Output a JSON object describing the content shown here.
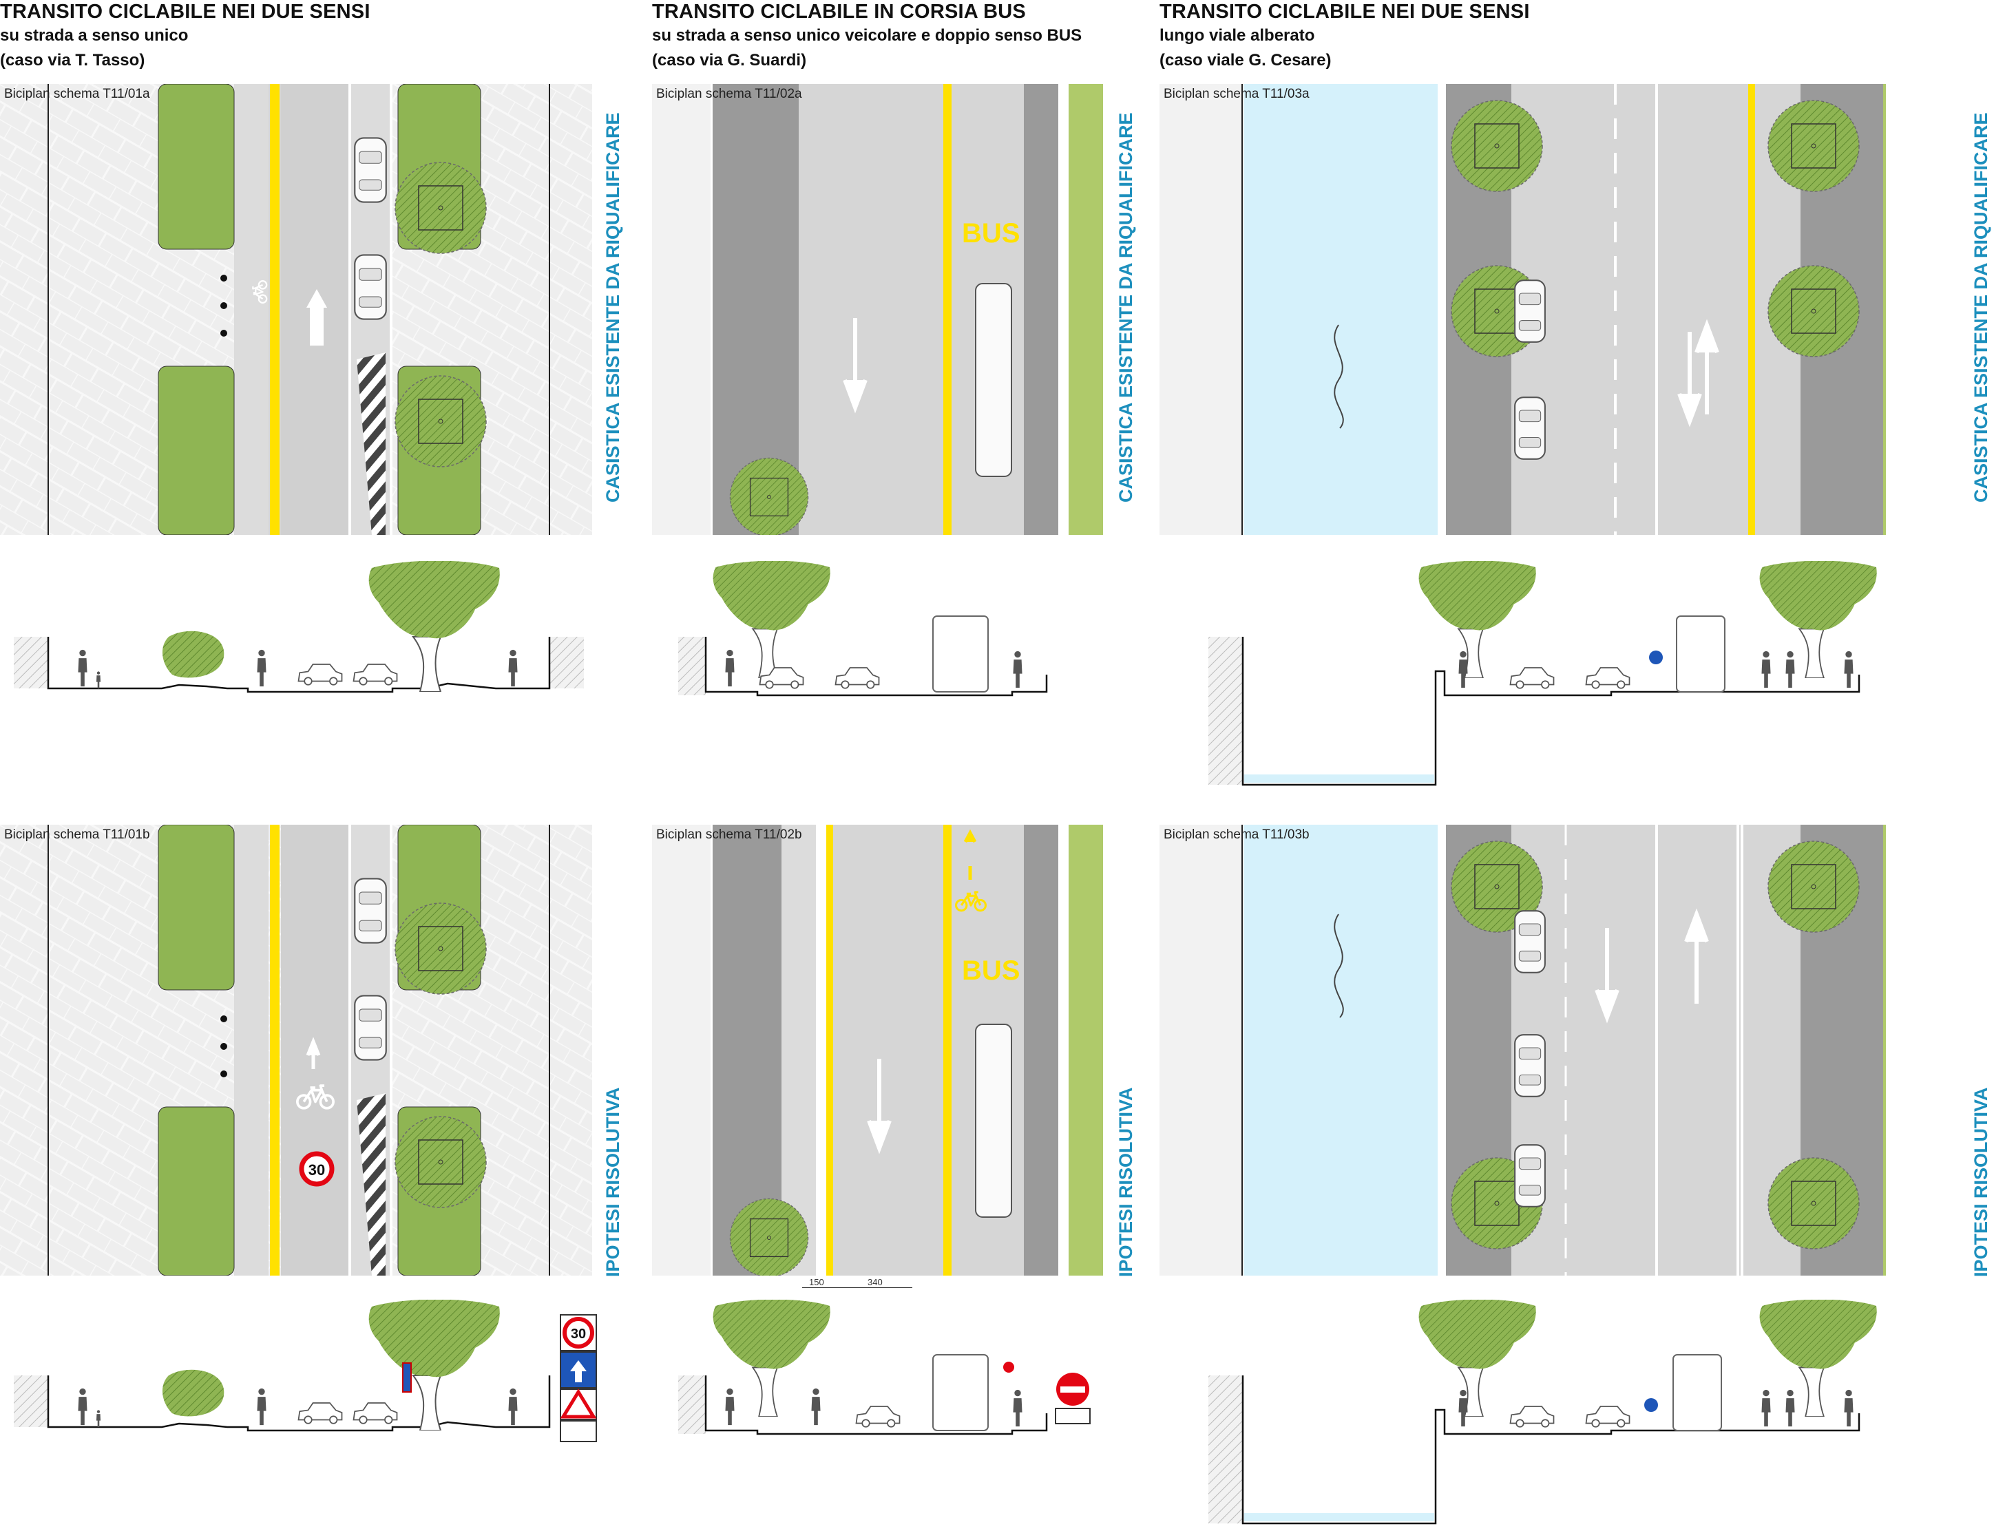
{
  "columns": [
    {
      "title": "TRANSITO CICLABILE NEI DUE SENSI",
      "subtitle1": "su strada a senso unico",
      "subtitle2": "(caso via T. Tasso)"
    },
    {
      "title": "TRANSITO CICLABILE IN CORSIA BUS",
      "subtitle1": "su strada a senso unico veicolare e doppio senso BUS",
      "subtitle2": "(caso via G. Suardi)"
    },
    {
      "title": "TRANSITO CICLABILE NEI DUE SENSI",
      "subtitle1": "lungo viale alberato",
      "subtitle2": "(caso viale G. Cesare)"
    }
  ],
  "panels": {
    "p1a": "Biciplan schema T11/01a",
    "p2a": "Biciplan schema T11/02a",
    "p3a": "Biciplan schema T11/03a",
    "p1b": "Biciplan schema T11/01b",
    "p2b": "Biciplan schema T11/02b",
    "p3b": "Biciplan schema T11/03b"
  },
  "side_labels": {
    "existing": "CASISTICA ESISTENTE DA RIQUALIFICARE",
    "solution": "IPOTESI RISOLUTIVA"
  },
  "road_text": {
    "bus": "BUS",
    "speed": "30"
  },
  "dimensions": {
    "d1": "150",
    "d2": "340"
  },
  "colors": {
    "tree_green": "#8fb553",
    "lawn_green": "#afca6a",
    "asphalt": "#d6d6d6",
    "asphalt_dark": "#9a9a9a",
    "yellow_line": "#ffe100",
    "canal_blue": "#d5f1fb",
    "label_blue": "#1c8fbd"
  },
  "icons": [
    "bicycle-icon",
    "pedestrian-icon",
    "arrow-up-icon",
    "arrow-down-icon",
    "car-icon",
    "bus-icon",
    "tree-icon",
    "speed-limit-30-icon",
    "no-entry-sign-icon",
    "one-way-sign-icon",
    "warning-sign-icon"
  ]
}
